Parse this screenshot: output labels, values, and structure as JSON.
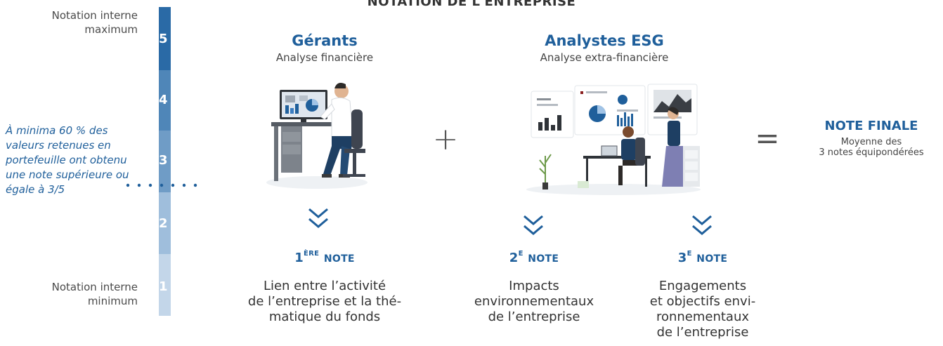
{
  "header": {
    "title": "NOTATION DE L'ENTREPRISE"
  },
  "scale": {
    "max_label_line1": "Notation interne",
    "max_label_line2": "maximum",
    "min_label_line1": "Notation interne",
    "min_label_line2": "minimum",
    "levels": [
      {
        "value": "5",
        "color": "#2a6aa6"
      },
      {
        "value": "4",
        "color": "#4f86b8"
      },
      {
        "value": "3",
        "color": "#6f9cc6"
      },
      {
        "value": "2",
        "color": "#9fbedc"
      },
      {
        "value": "1",
        "color": "#c3d6e9"
      }
    ],
    "threshold_line1": "À minima 60 % des",
    "threshold_line2": "valeurs retenues en",
    "threshold_line3": "portefeuille ont obtenu",
    "threshold_line4": "une note supérieure ou",
    "threshold_line5": "égale à 3/5"
  },
  "gerants": {
    "title": "Gérants",
    "subtitle": "Analyse financière",
    "note_number": "1",
    "note_sup": "ÈRE",
    "note_word": "NOTE",
    "desc_line1": "Lien entre l’activité",
    "desc_line2": "de l’entreprise et la thé-",
    "desc_line3": "matique du fonds"
  },
  "analystes": {
    "title": "Analystes ESG",
    "subtitle": "Analyse extra-financière",
    "note2": {
      "note_number": "2",
      "note_sup": "E",
      "note_word": "NOTE",
      "desc_line1": "Impacts",
      "desc_line2": "environnementaux",
      "desc_line3": "de l’entreprise"
    },
    "note3": {
      "note_number": "3",
      "note_sup": "E",
      "note_word": "NOTE",
      "desc_line1": "Engagements",
      "desc_line2": "et objectifs envi-",
      "desc_line3": "ronnementaux",
      "desc_line4": "de l’entreprise"
    }
  },
  "operators": {
    "plus": "+",
    "equals": "="
  },
  "final": {
    "title": "NOTE FINALE",
    "sub_line1": "Moyenne des",
    "sub_line2": "3 notes équipondérées"
  },
  "colors": {
    "accent": "#1f5f9b",
    "text": "#333333"
  },
  "icons": [
    "double-chevron-down-icon",
    "manager-at-desk-illustration",
    "analysts-dashboard-illustration"
  ]
}
